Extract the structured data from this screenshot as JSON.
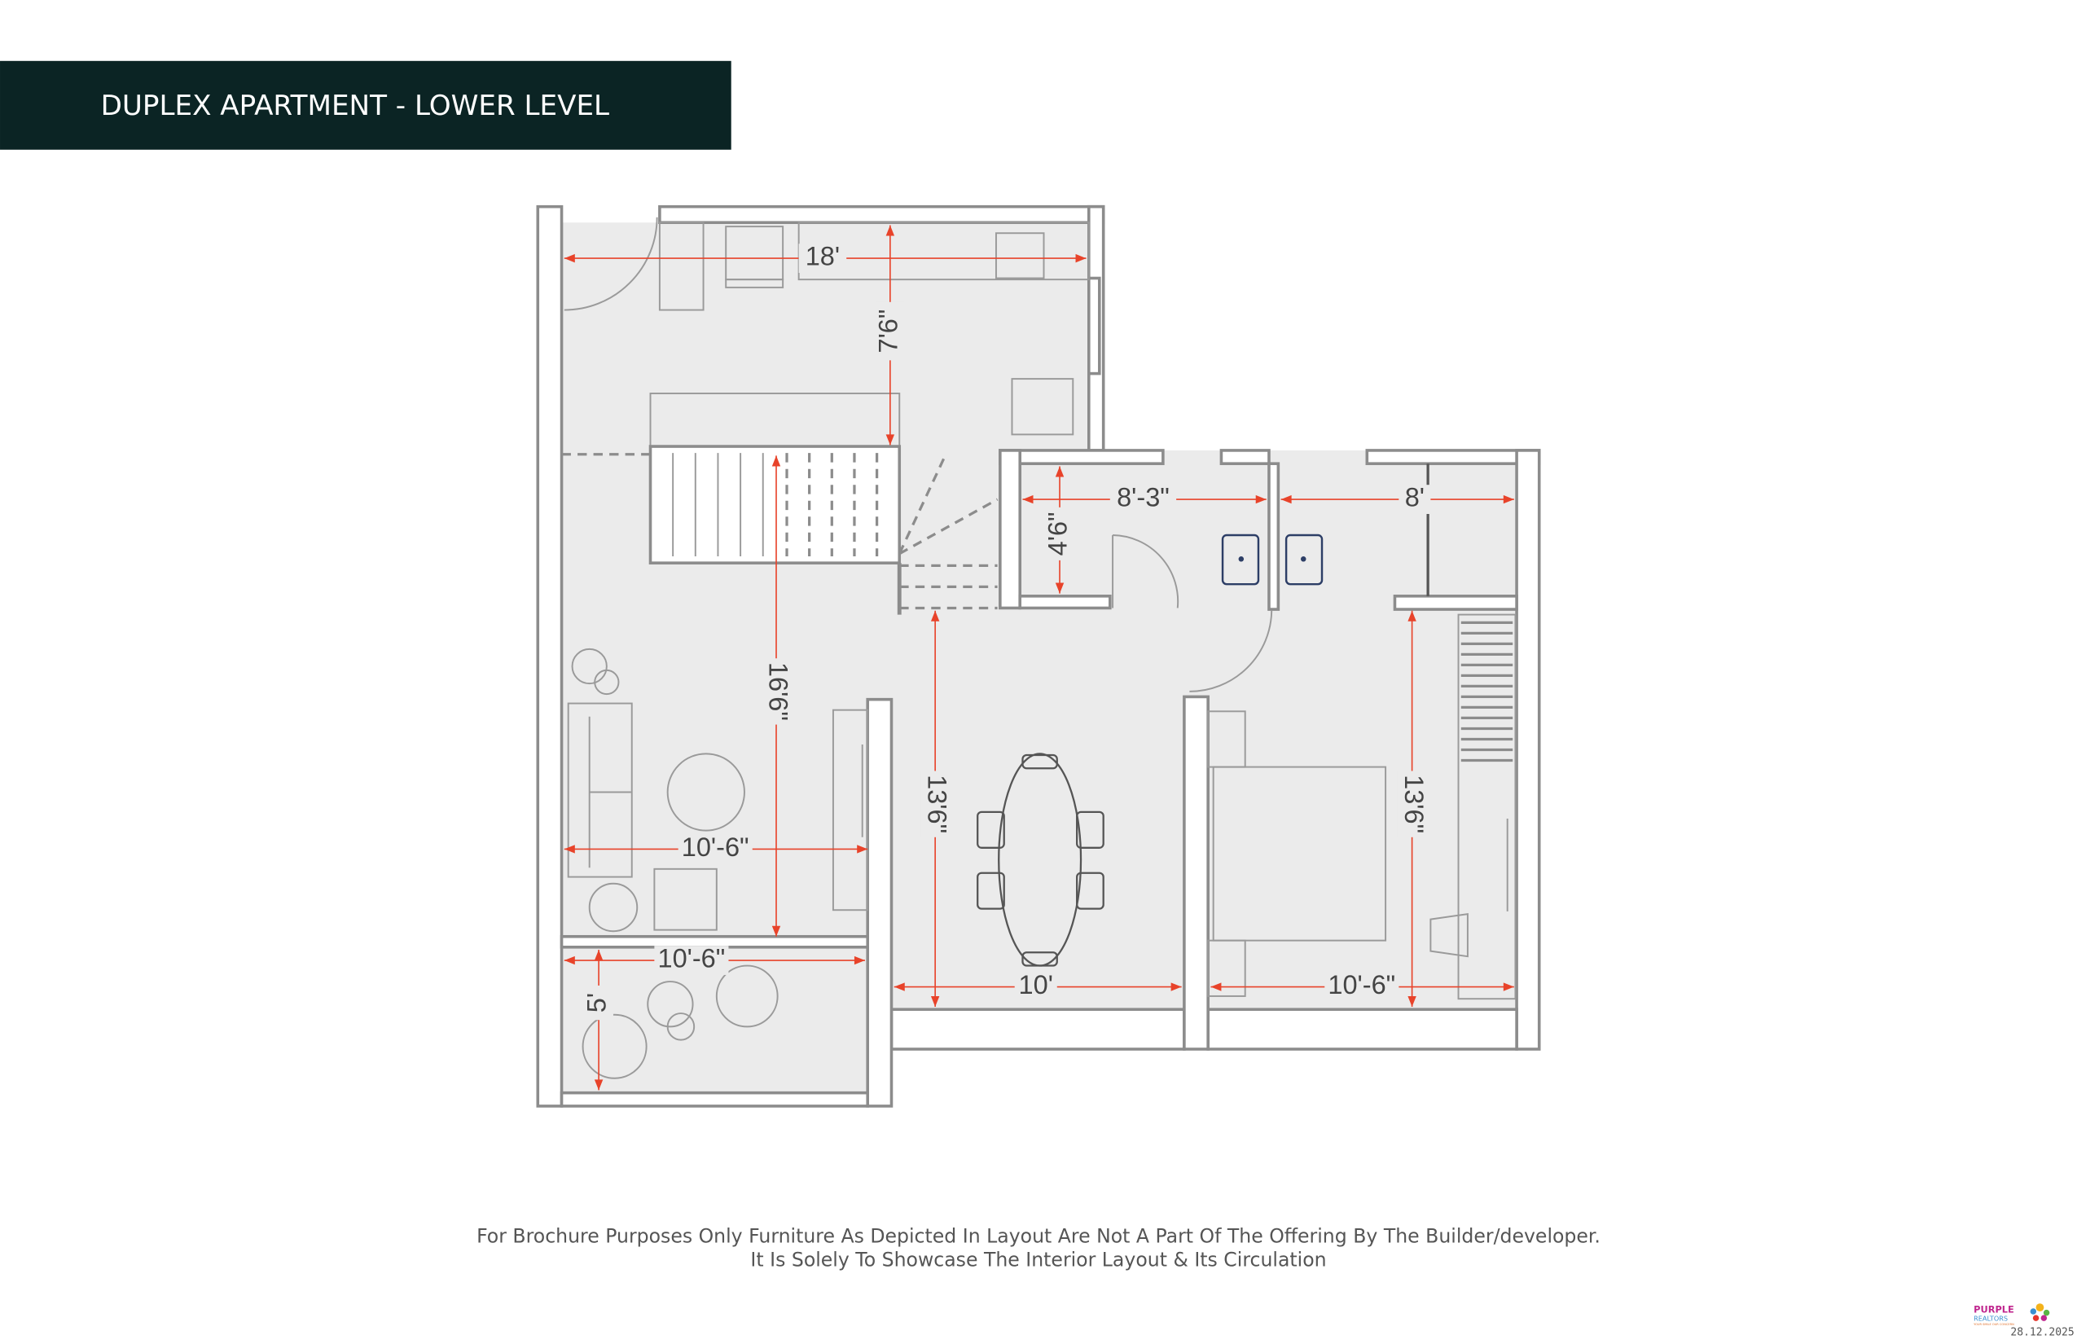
{
  "header": {
    "title": "DUPLEX APARTMENT - LOWER LEVEL",
    "background": "#0b2424"
  },
  "dimensions": {
    "kitchen_width": "18'",
    "kitchen_depth": "7'6\"",
    "bath1_width": "8'-3\"",
    "bath1_depth": "4'6\"",
    "bath2_width": "8'",
    "living_depth": "16'6\"",
    "living_width": "10'-6\"",
    "dining_depth": "13'6\"",
    "dining_width": "10'",
    "bedroom_depth": "13'6\"",
    "bedroom_width": "10'-6\"",
    "balcony_width": "10'-6\"",
    "balcony_depth": "5'"
  },
  "colors": {
    "dimension": "#e8432a",
    "floor": "#ebebeb",
    "wall": "#8c8c8c"
  },
  "footer": {
    "line1": "For Brochure Purposes Only Furniture As Depicted In Layout Are Not A Part Of The Offering By The Builder/developer.",
    "line2": "It Is Solely To Showcase The Interior Layout & Its Circulation"
  },
  "logo": {
    "name_top": "PURPLE",
    "name_bottom": "REALTORS",
    "tagline": "YOUR SMILE OUR CONCERN"
  },
  "date": "28.12.2025"
}
